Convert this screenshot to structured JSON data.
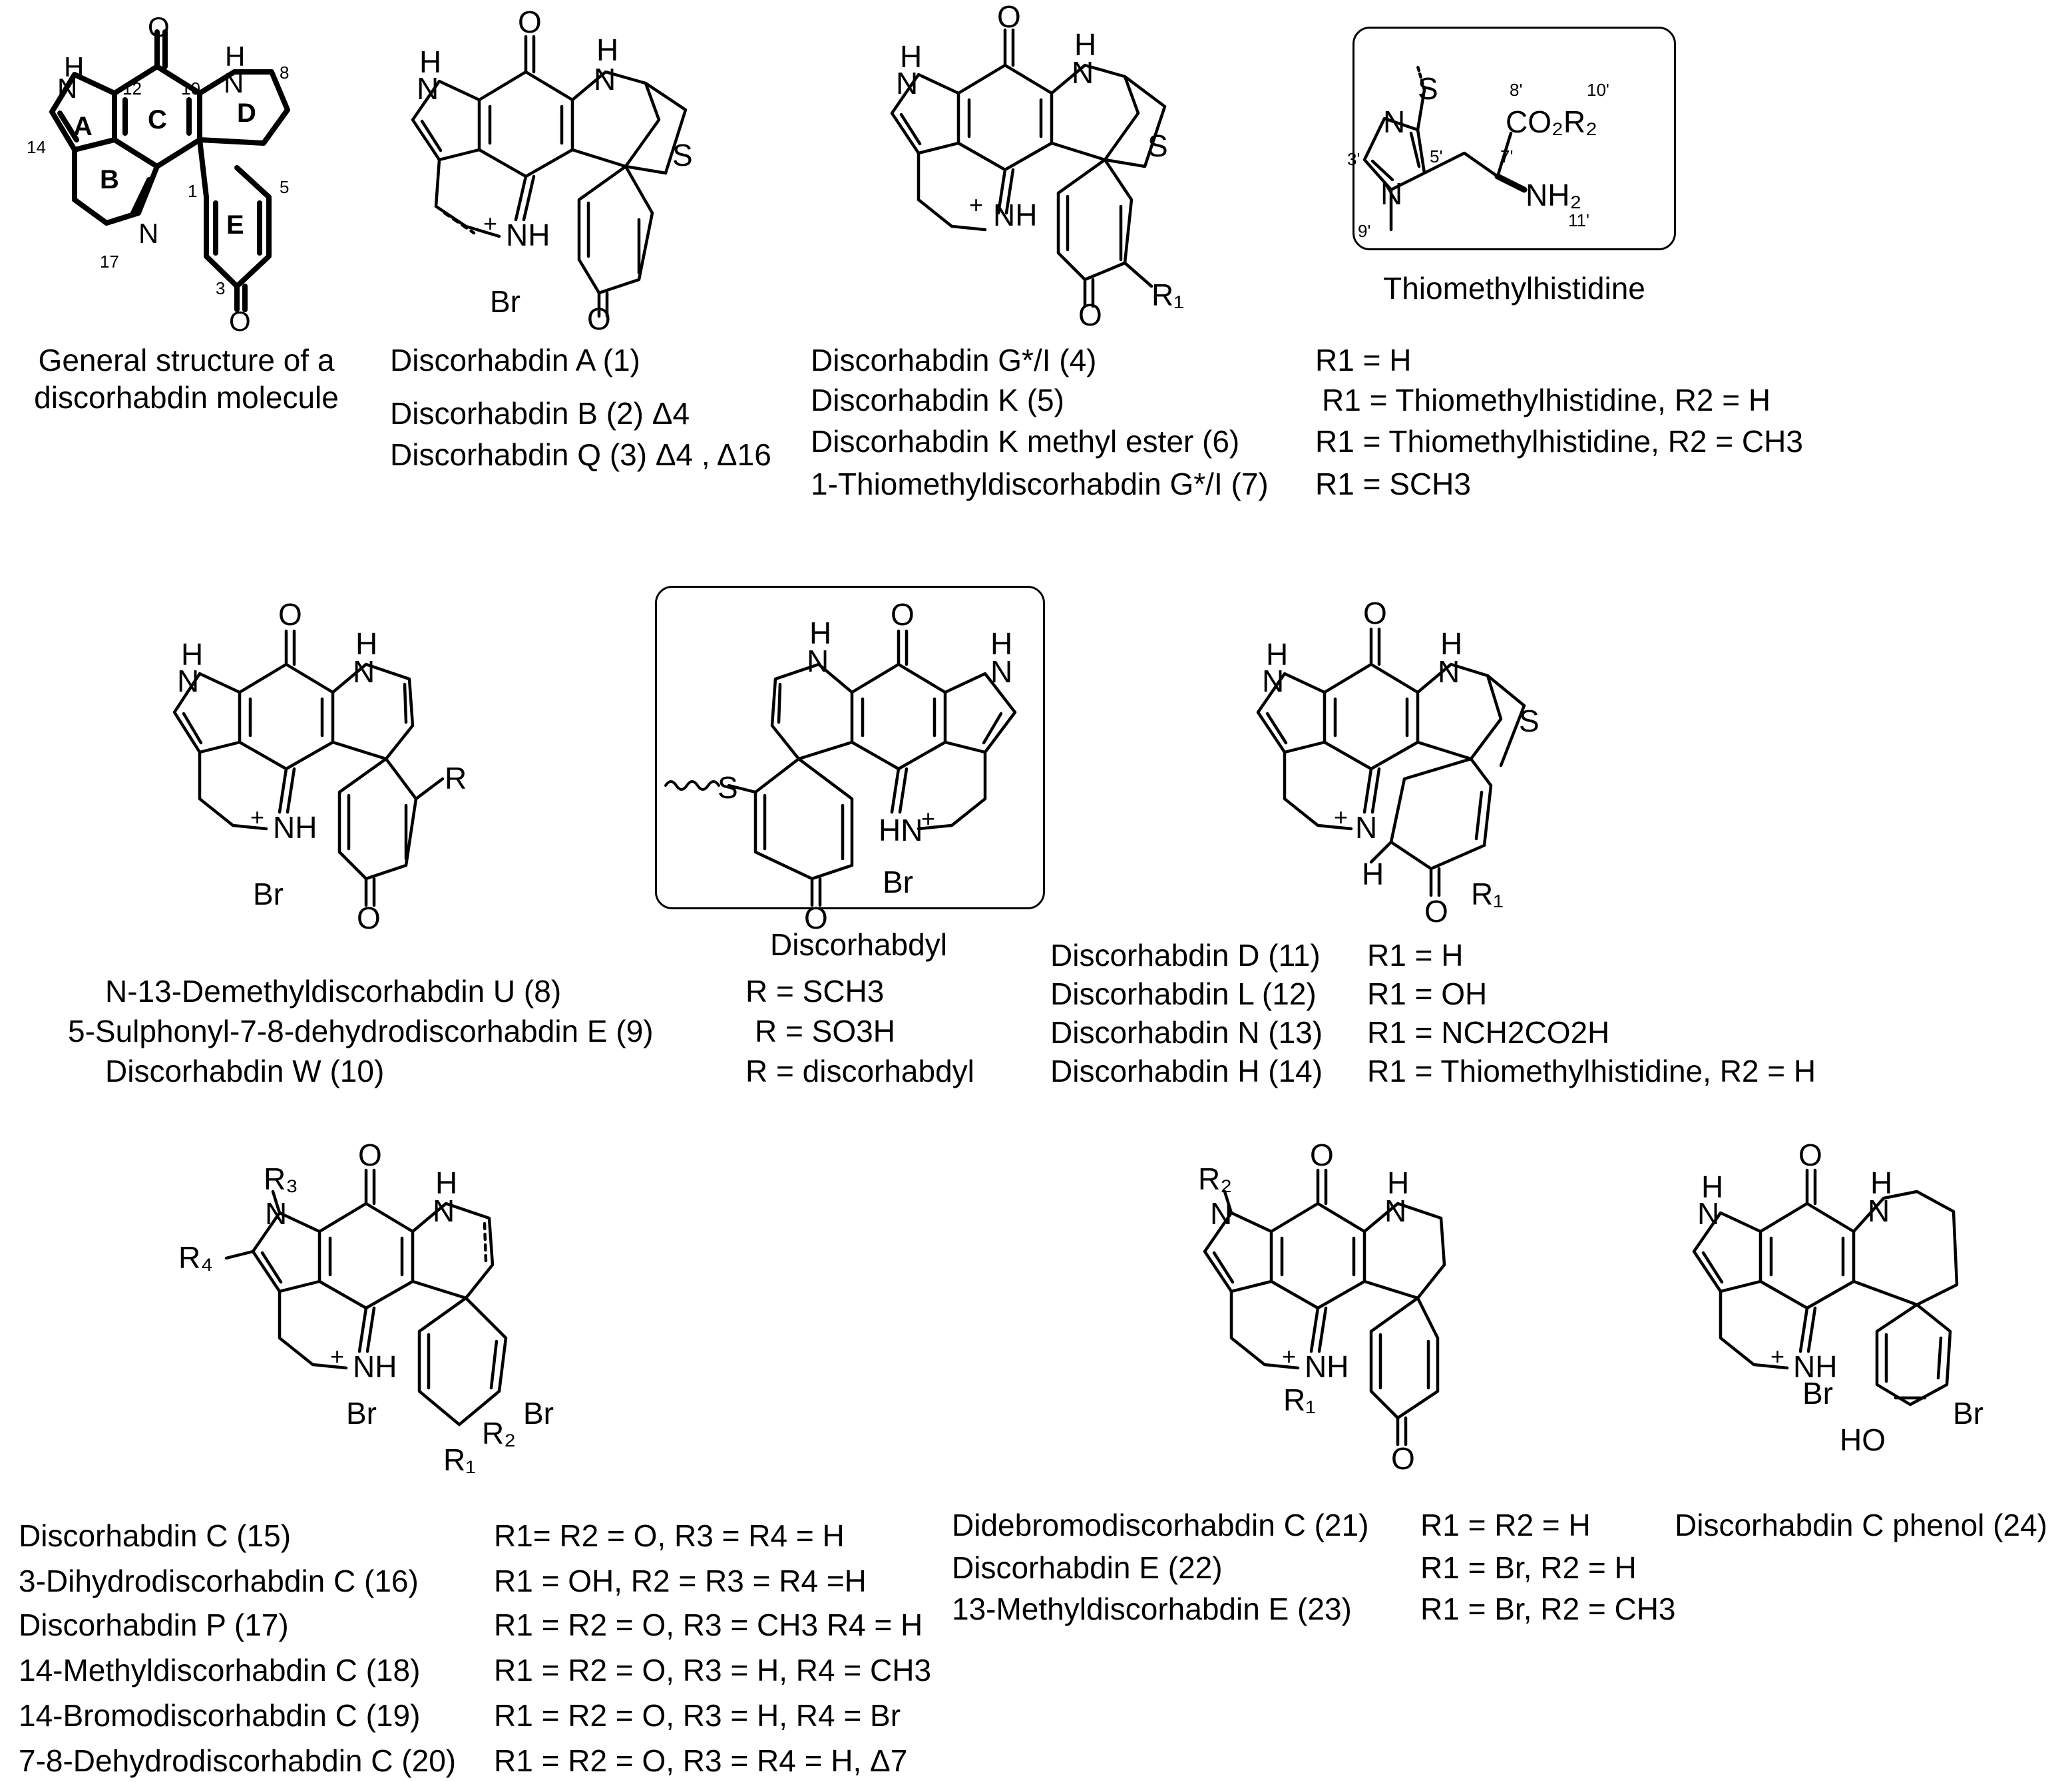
{
  "atoms": {
    "O": "O",
    "N": "N",
    "H": "H",
    "NH": "NH",
    "S": "S",
    "Br": "Br",
    "plus": "+",
    "HO": "HO",
    "HN": "HN",
    "CO2R2": "CO₂R₂",
    "NH2": "NH₂",
    "R": "R",
    "R1": "R₁",
    "R2": "R₂",
    "R3": "R₃",
    "R4": "R₄",
    "H_stereo": "H"
  },
  "ring_letters": [
    "A",
    "B",
    "C",
    "D",
    "E"
  ],
  "numbering": {
    "general": [
      "12",
      "10",
      "8",
      "14",
      "1",
      "5",
      "17",
      "3"
    ],
    "thiomethylhistidine": [
      "8'",
      "10'",
      "3'",
      "7'",
      "5'",
      "11'",
      "9'"
    ]
  },
  "panel_titles": {
    "general": "General structure of a discorhabdin molecule",
    "general_line1": "General structure of a",
    "general_line2": "discorhabdin molecule",
    "thiomethylhistidine": "Thiomethylhistidine",
    "discorhabdyl": "Discorhabdyl"
  },
  "compound_groups": [
    {
      "id": "A-B-Q",
      "rows": [
        {
          "name": "Discorhabdin A (1)",
          "r": ""
        },
        {
          "name": "Discorhabdin B (2) Δ4",
          "r": ""
        },
        {
          "name": "Discorhabdin Q (3) Δ4 , Δ16",
          "r": ""
        }
      ]
    },
    {
      "id": "G-K",
      "rows": [
        {
          "name": "Discorhabdin G*/I (4)",
          "r": "R1 = H"
        },
        {
          "name": "Discorhabdin K (5)",
          "r": "R1 = Thiomethylhistidine, R2 = H"
        },
        {
          "name": "Discorhabdin K methyl ester (6)",
          "r": "R1 = Thiomethylhistidine, R2 = CH3"
        },
        {
          "name": "1-Thiomethyldiscorhabdin G*/I (7)",
          "r": "R1 = SCH3"
        }
      ]
    },
    {
      "id": "U-E-W",
      "rows": [
        {
          "name": "N-13-Demethyldiscorhabdin U (8)",
          "r": "R = SCH3"
        },
        {
          "name": "5-Sulphonyl-7-8-dehydrodiscorhabdin E (9)",
          "r": "R = SO3H"
        },
        {
          "name": "Discorhabdin W (10)",
          "r": "R = discorhabdyl"
        }
      ]
    },
    {
      "id": "D-L-N-H",
      "rows": [
        {
          "name": "Discorhabdin D (11)",
          "r": "R1 =  H"
        },
        {
          "name": "Discorhabdin L (12)",
          "r": "R1 = OH"
        },
        {
          "name": "Discorhabdin N (13)",
          "r": "R1 = NCH2CO2H"
        },
        {
          "name": "Discorhabdin H (14)",
          "r": "R1 = Thiomethylhistidine, R2 = H"
        }
      ]
    },
    {
      "id": "C-series",
      "rows": [
        {
          "name": "Discorhabdin C (15)",
          "r": "R1= R2 = O, R3 = R4 = H"
        },
        {
          "name": "3-Dihydrodiscorhabdin C (16)",
          "r": "R1 = OH, R2 = R3 = R4 =H"
        },
        {
          "name": "Discorhabdin P (17)",
          "r": "R1 = R2 = O, R3 = CH3 R4 = H"
        },
        {
          "name": "14-Methyldiscorhabdin C (18)",
          "r": "R1 = R2 = O, R3 = H, R4 = CH3"
        },
        {
          "name": "14-Bromodiscorhabdin C (19)",
          "r": "R1 = R2 = O, R3 = H, R4 = Br"
        },
        {
          "name": "7-8-Dehydrodiscorhabdin C (20)",
          "r": "R1 = R2 = O, R3 = R4 = H, Δ7"
        }
      ]
    },
    {
      "id": "E-series",
      "rows": [
        {
          "name": "Didebromodiscorhabdin C (21)",
          "r": "R1 = R2 = H"
        },
        {
          "name": "Discorhabdin E (22)",
          "r": "R1 = Br, R2 = H"
        },
        {
          "name": "13-Methyldiscorhabdin E (23)",
          "r": "R1 = Br, R2 = CH3"
        }
      ]
    },
    {
      "id": "phenol",
      "rows": [
        {
          "name": "Discorhabdin C phenol (24)",
          "r": ""
        }
      ]
    }
  ]
}
